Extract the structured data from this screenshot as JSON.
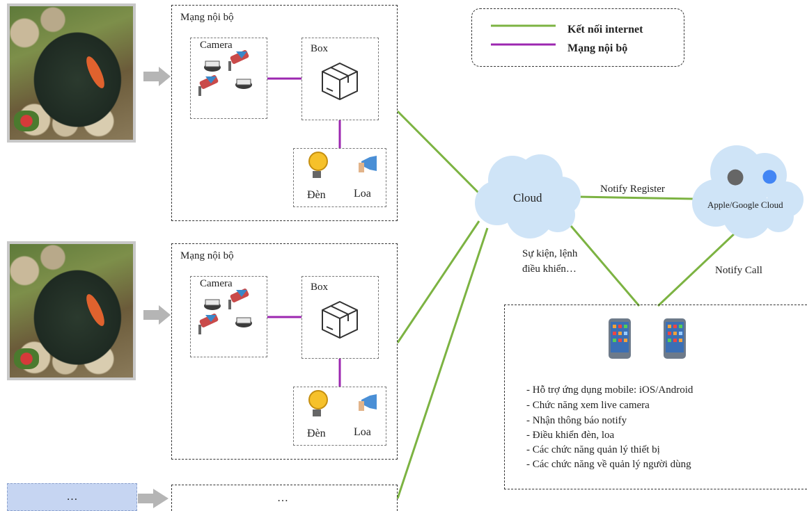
{
  "legend": {
    "internet_label": "Kết nối internet",
    "lan_label": "Mạng nội bộ",
    "internet_color": "#7cb342",
    "lan_color": "#9c27b0"
  },
  "sites": [
    {
      "title": "Mạng nội bộ",
      "camera_label": "Camera",
      "box_label": "Box",
      "light_label": "Đèn",
      "speaker_label": "Loa"
    },
    {
      "title": "Mạng nội bộ",
      "camera_label": "Camera",
      "box_label": "Box",
      "light_label": "Đèn",
      "speaker_label": "Loa"
    }
  ],
  "ellipsis_left": "…",
  "ellipsis_site": "…",
  "cloud": {
    "label": "Cloud"
  },
  "apple_google": {
    "label": "Apple/Google Cloud"
  },
  "edges": {
    "notify_register": "Notify Register",
    "notify_call": "Notify Call",
    "events_line1": "Sự kiện, lệnh",
    "events_line2": "điều khiển…"
  },
  "mobile": {
    "features": [
      "- Hỗ trợ ứng dụng mobile: iOS/Android",
      "- Chức năng xem live camera",
      "- Nhận thông báo notify",
      "- Điều khiển đèn, loa",
      "- Các chức năng quản lý thiết bị",
      "- Các chức năng về quản lý người dùng"
    ]
  }
}
